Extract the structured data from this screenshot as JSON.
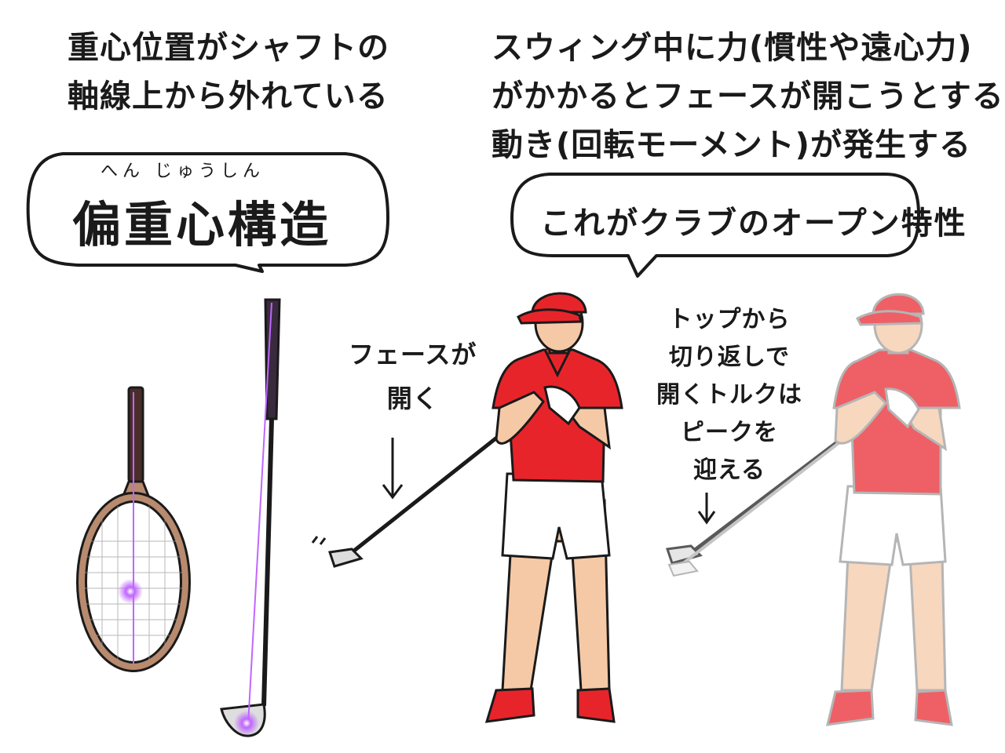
{
  "caption_left": {
    "line1": "重心位置がシャフトの",
    "line2": "軸線上から外れている"
  },
  "caption_right": {
    "line1": "スウィング中に力(慣性や遠心力)",
    "line2": "がかかるとフェースが開こうとする",
    "line3": "動き(回転モーメント)が発生する"
  },
  "bubble_left": {
    "ruby": "へん じゅうしん",
    "title": "偏重心構造"
  },
  "bubble_right": {
    "title": "これがクラブのオープン特性"
  },
  "label_face_open": {
    "line1": "フェースが",
    "line2": "開く"
  },
  "label_torque": {
    "line1": "トップから",
    "line2": "切り返しで",
    "line3": "開くトルクは",
    "line4": "ピークを",
    "line5": "迎える"
  },
  "colors": {
    "shirt_red": "#e8242b",
    "cap_red": "#e8242b",
    "skin": "#f5c9a6",
    "shorts": "#ffffff",
    "center_of_gravity": "#b84dff",
    "racket_frame": "#b88a6e",
    "ink": "#1a1a1a"
  }
}
